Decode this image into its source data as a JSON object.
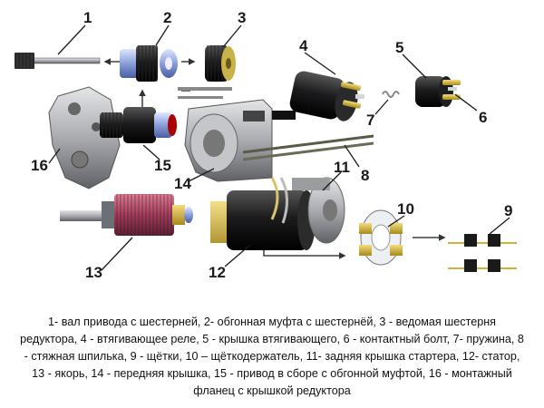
{
  "labels": {
    "n1": "1",
    "n2": "2",
    "n3": "3",
    "n4": "4",
    "n5": "5",
    "n6": "6",
    "n7": "7",
    "n8": "8",
    "n9": "9",
    "n10": "10",
    "n11": "11",
    "n12": "12",
    "n13": "13",
    "n14": "14",
    "n15": "15",
    "n16": "16"
  },
  "caption": "1- вал привода с шестерней, 2- обгонная муфта с шестернёй, 3 - ведомая шестерня редуктора, 4 - втягивающее реле, 5 - крышка втягивающего, 6 - контактный болт, 7- пружина, 8 - стяжная шпилька, 9 - щётки, 10 – щёткодержатель, 11- задняя крышка стартера, 12- статор, 13 - якорь, 14 - передняя крышка, 15 - привод в сборе с обгонной муфтой, 16 - монтажный фланец с крышкой редуктора",
  "colors": {
    "armature_winding": "#a33a5a",
    "bearing_blue": "#8a9fd9",
    "housing_gray": "#9c9ea3",
    "stator_black": "#1c1c1e",
    "brass": "#d2b23a"
  }
}
